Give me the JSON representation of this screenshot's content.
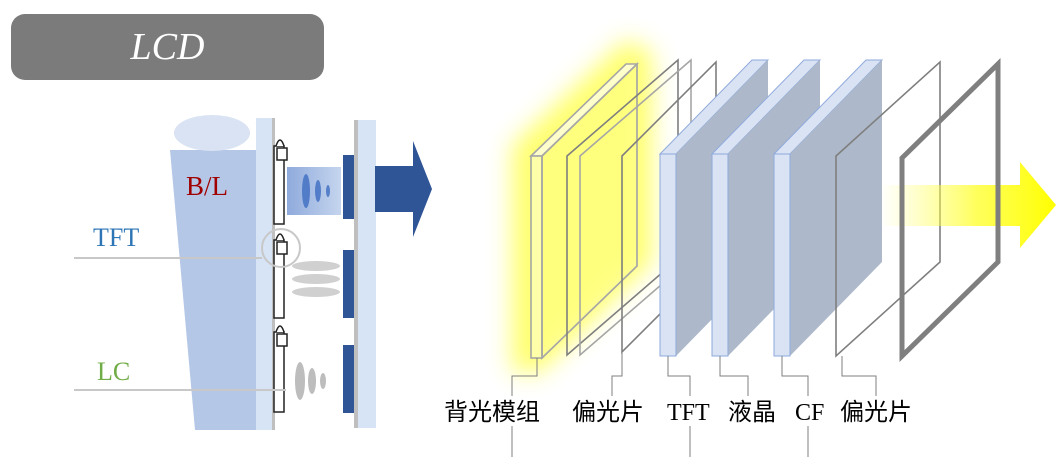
{
  "title": "LCD",
  "left_diagram": {
    "backlight_label": "B/L",
    "tft_label": "TFT",
    "lc_label": "LC"
  },
  "right_diagram": {
    "layers": [
      {
        "label": "背光模组"
      },
      {
        "label": "偏光片"
      },
      {
        "label": "TFT"
      },
      {
        "label": "液晶"
      },
      {
        "label": "CF"
      },
      {
        "label": "偏光片"
      }
    ]
  },
  "colors": {
    "title_bg": "#7b7b7b",
    "backlight": "#b4c7e7",
    "arrow_blue": "#2f5597",
    "backlight_red": "#a00000",
    "tft_blue": "#2e75b6",
    "lc_green": "#70ad47",
    "glow_yellow": "#ffff00"
  }
}
